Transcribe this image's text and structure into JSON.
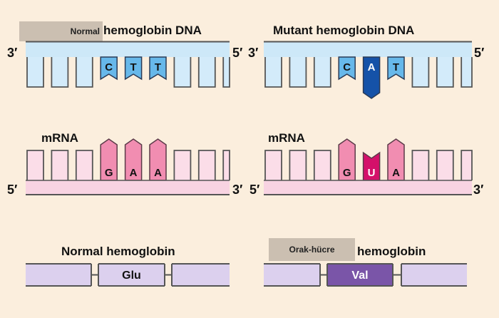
{
  "normal": {
    "tag": "Normal",
    "dna_title": "hemoglobin DNA",
    "dna_end_left": "3′",
    "dna_end_right": "5′",
    "dna_bases": [
      "C",
      "T",
      "T"
    ],
    "mrna_label": "mRNA",
    "mrna_end_left": "5′",
    "mrna_end_right": "3′",
    "mrna_bases": [
      "G",
      "A",
      "A"
    ],
    "protein_title": "Normal hemoglobin",
    "amino_acid": "Glu"
  },
  "mutant": {
    "dna_title": "Mutant hemoglobin DNA",
    "dna_end_left": "3′",
    "dna_end_right": "5′",
    "dna_bases": [
      "C",
      "A",
      "T"
    ],
    "mrna_label": "mRNA",
    "mrna_end_left": "5′",
    "mrna_end_right": "3′",
    "mrna_bases": [
      "G",
      "U",
      "A"
    ],
    "protein_tag": "Orak-hücre",
    "protein_title": "hemoglobin",
    "amino_acid": "Val"
  },
  "colors": {
    "background": "#fbeedd",
    "dna_backbone": "#cde8f8",
    "dna_base": "#d3ebfa",
    "dna_highlight": "#67b8ea",
    "dna_mutant": "#1552a8",
    "mrna_backbone": "#f8d3e2",
    "mrna_base": "#fbdde8",
    "mrna_highlight": "#f18db1",
    "mrna_mutant": "#d4106a",
    "protein": "#dcd0ee",
    "protein_mutant": "#7a55a8",
    "outline": "#555555"
  }
}
